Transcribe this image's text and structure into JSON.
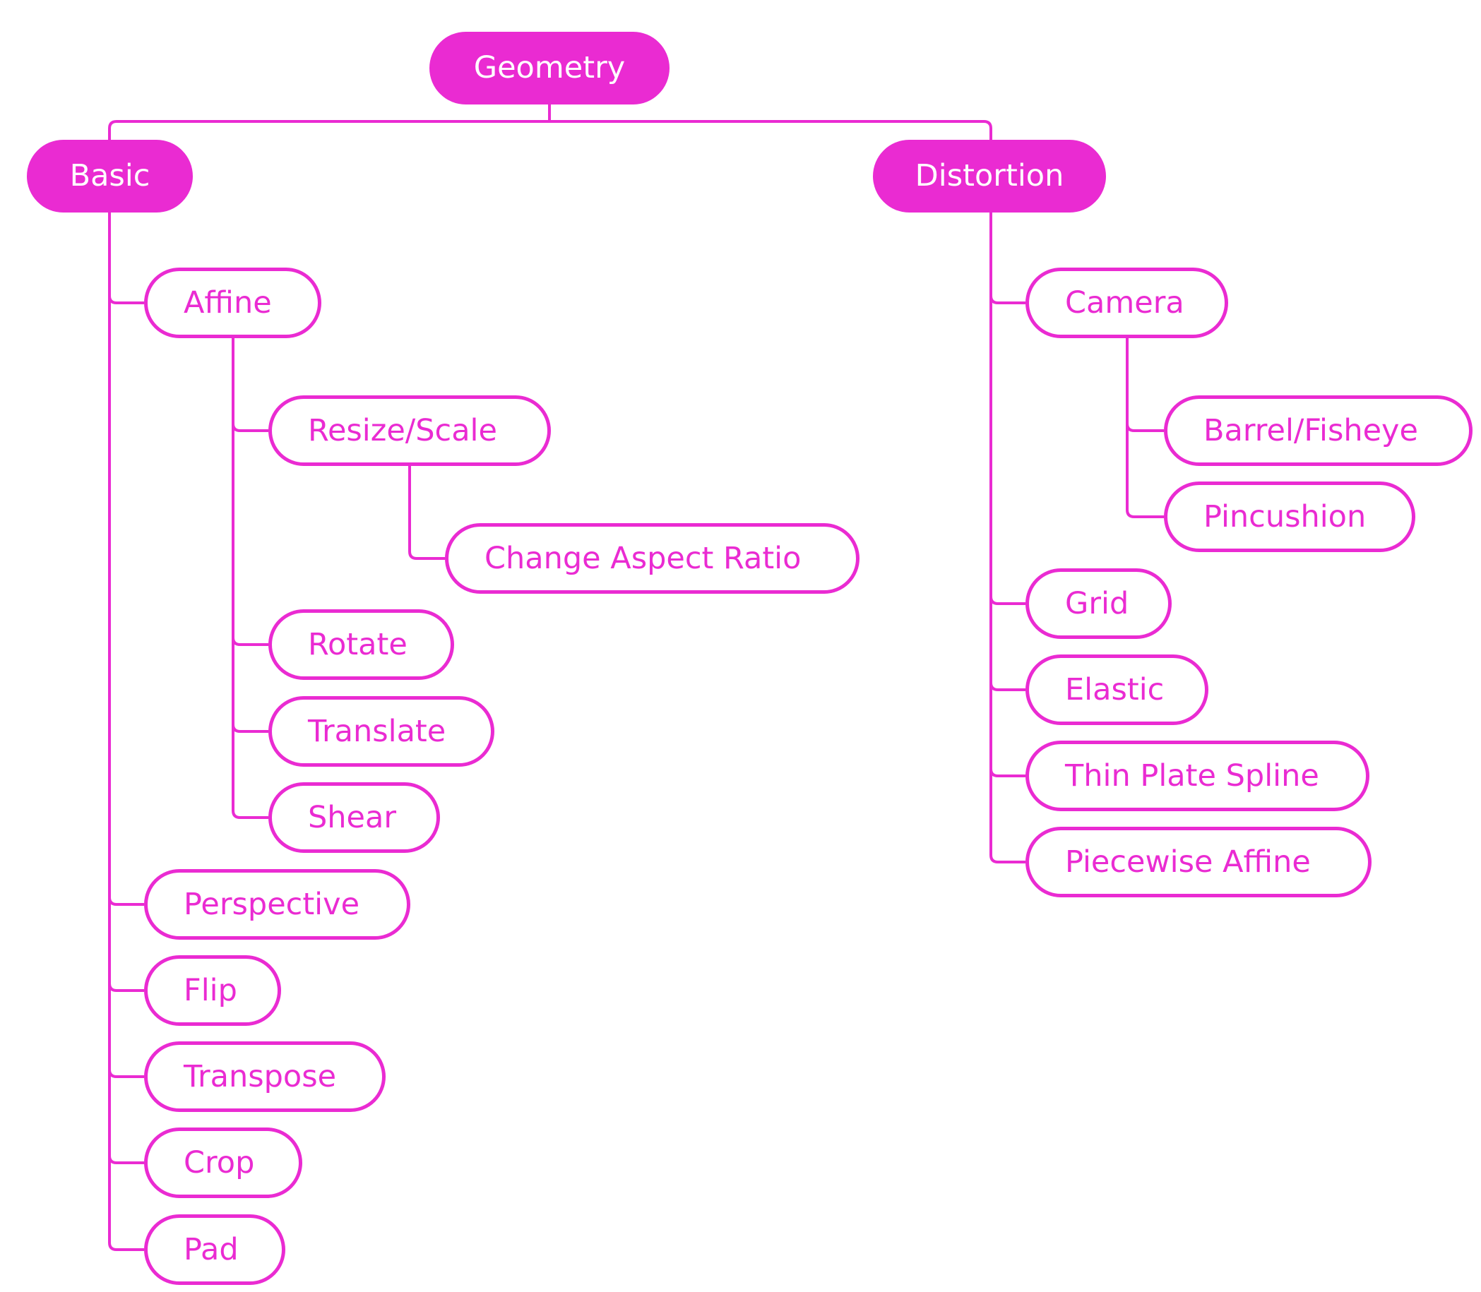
{
  "diagram": {
    "root": "Geometry",
    "branches": {
      "basic": {
        "label": "Basic",
        "affine": {
          "label": "Affine",
          "resize_scale": "Resize/Scale",
          "change_aspect_ratio": "Change Aspect Ratio",
          "rotate": "Rotate",
          "translate": "Translate",
          "shear": "Shear"
        },
        "perspective": "Perspective",
        "flip": "Flip",
        "transpose": "Transpose",
        "crop": "Crop",
        "pad": "Pad"
      },
      "distortion": {
        "label": "Distortion",
        "camera": {
          "label": "Camera",
          "barrel_fisheye": "Barrel/Fisheye",
          "pincushion": "Pincushion"
        },
        "grid": "Grid",
        "elastic": "Elastic",
        "thin_plate_spline": "Thin Plate Spline",
        "piecewise_affine": "Piecewise Affine"
      }
    }
  },
  "colors": {
    "accent": "#ea2bd2",
    "background": "#ffffff",
    "filled_text": "#ffffff"
  }
}
